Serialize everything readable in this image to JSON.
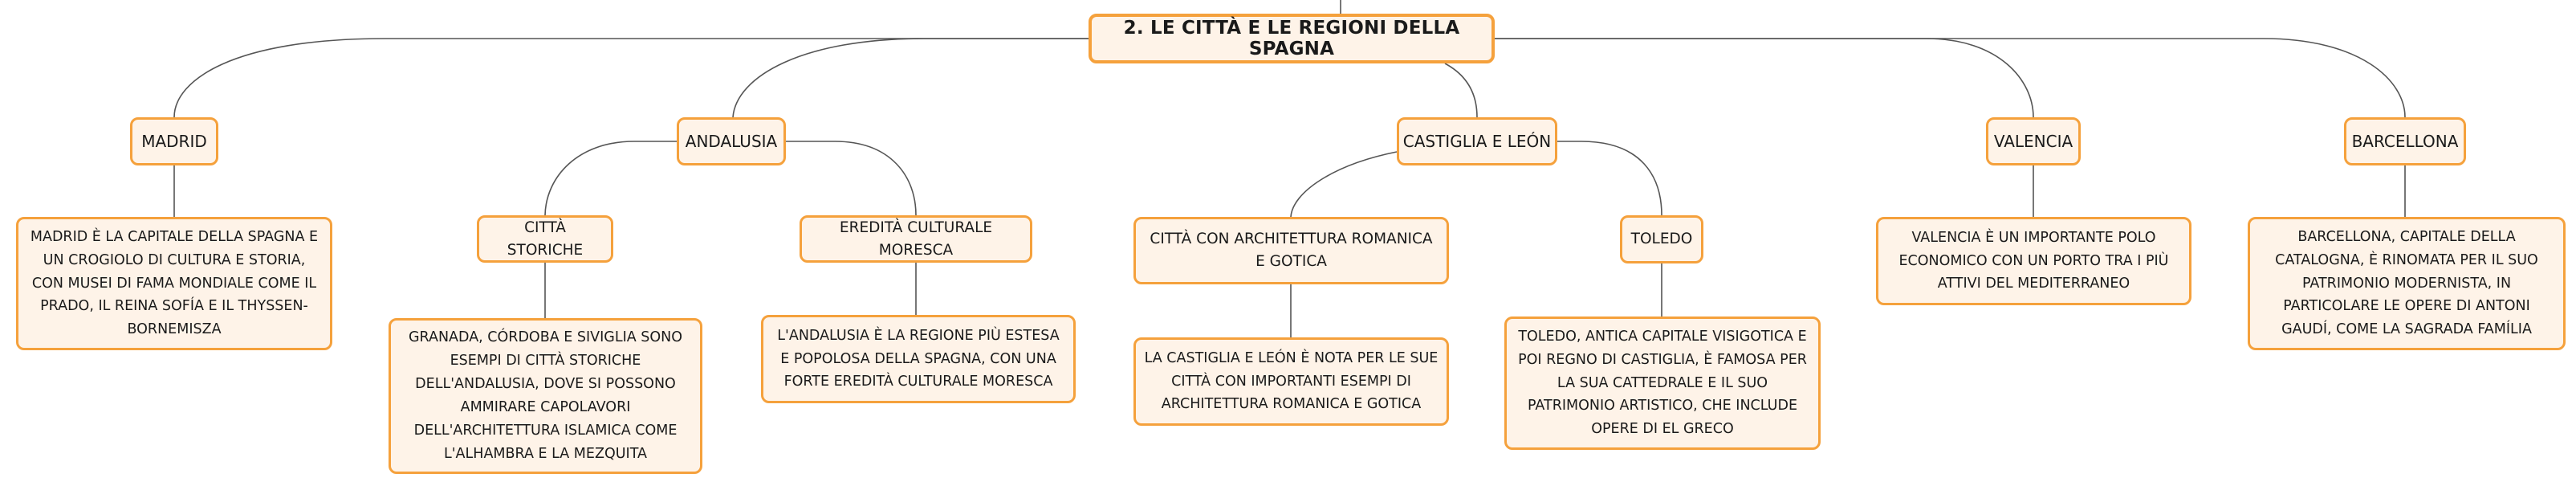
{
  "mindmap": {
    "root": {
      "label": "2. LE CITTÀ E LE REGIONI DELLA SPAGNA"
    },
    "madrid": {
      "label": "MADRID",
      "description": "MADRID È LA CAPITALE DELLA SPAGNA E UN CROGIOLO DI CULTURA E STORIA, CON MUSEI DI FAMA MONDIALE COME IL PRADO, IL REINA SOFÍA E IL THYSSEN-BORNEMISZA"
    },
    "andalusia": {
      "label": "ANDALUSIA",
      "citta_storiche": {
        "label": "CITTÀ STORICHE",
        "description": "GRANADA, CÓRDOBA E SIVIGLIA SONO ESEMPI DI CITTÀ STORICHE DELL'ANDALUSIA, DOVE SI POSSONO AMMIRARE CAPOLAVORI DELL'ARCHITETTURA ISLAMICA COME L'ALHAMBRA E LA MEZQUITA"
      },
      "eredita_moresca": {
        "label": "EREDITÀ CULTURALE MORESCA",
        "description": "L'ANDALUSIA È LA REGIONE PIÙ ESTESA E POPOLOSA DELLA SPAGNA, CON UNA FORTE EREDITÀ CULTURALE MORESCA"
      }
    },
    "castiglia": {
      "label": "CASTIGLIA E LEÓN",
      "architettura": {
        "label": "CITTÀ CON ARCHITETTURA ROMANICA E GOTICA",
        "description": "LA CASTIGLIA E LEÓN È NOTA PER LE SUE CITTÀ CON IMPORTANTI ESEMPI DI ARCHITETTURA ROMANICA E GOTICA"
      },
      "toledo": {
        "label": "TOLEDO",
        "description": "TOLEDO, ANTICA CAPITALE VISIGOTICA E POI REGNO DI CASTIGLIA, È FAMOSA PER LA SUA CATTEDRALE E IL SUO PATRIMONIO ARTISTICO, CHE INCLUDE OPERE DI EL GRECO"
      }
    },
    "valencia": {
      "label": "VALENCIA",
      "description": "VALENCIA È UN IMPORTANTE POLO ECONOMICO CON UN PORTO TRA I PIÙ ATTIVI DEL MEDITERRANEO"
    },
    "barcellona": {
      "label": "BARCELLONA",
      "description": "BARCELLONA, CAPITALE DELLA CATALOGNA, È RINOMATA PER IL SUO PATRIMONIO MODERNISTA, IN PARTICOLARE LE OPERE DI ANTONI GAUDÍ, COME LA SAGRADA FAMÍLIA"
    }
  },
  "colors": {
    "node_fill": "#fef3e8",
    "node_border": "#f5a13c",
    "connector": "#555555",
    "text": "#1a1a1a"
  }
}
